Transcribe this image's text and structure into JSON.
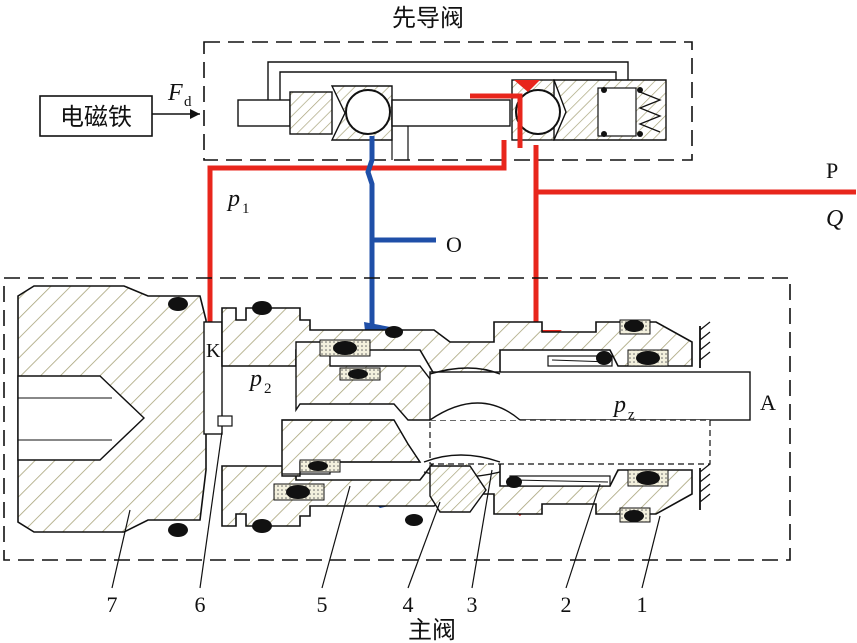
{
  "pilot_valve_title": "先导阀",
  "main_valve_title": "主阀",
  "electromagnet_label": "电磁铁",
  "force_label": "F",
  "force_subscript": "d",
  "pressure_p1": "p",
  "pressure_p1_sub": "1",
  "pressure_p2": "p",
  "pressure_p2_sub": "2",
  "pressure_pz": "p",
  "pressure_pz_sub": "z",
  "port_O": "O",
  "port_P": "P",
  "flow_Q": "Q",
  "port_A": "A",
  "port_K": "K",
  "part_numbers": [
    "7",
    "6",
    "5",
    "4",
    "3",
    "2",
    "1"
  ],
  "colors": {
    "pressure_line": "#e8261c",
    "return_line": "#1f4fa8",
    "hatch": "#b8b48a",
    "outline": "#111111"
  }
}
